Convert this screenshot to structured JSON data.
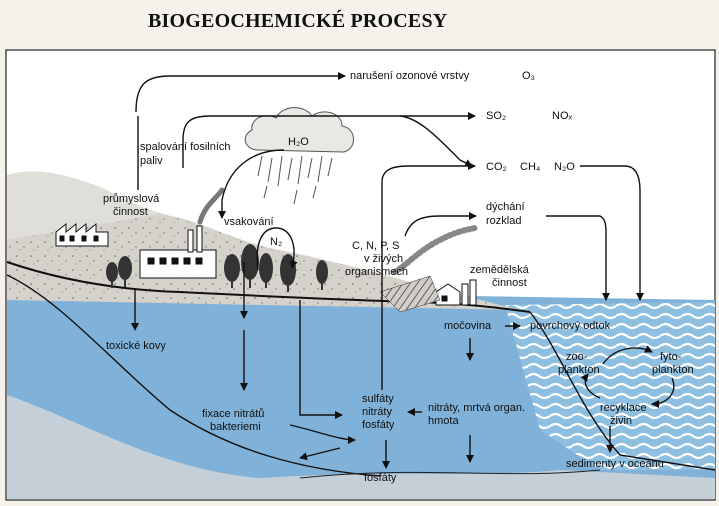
{
  "title": "BIOGEOCHEMICKÉ PROCESY",
  "labels": {
    "ozone": "narušení ozonové vrstvy",
    "o3": "O₃",
    "so2": "SO₂",
    "nox": "NOₓ",
    "h2o": "H₂O",
    "fossil1": "spalování fosilních",
    "fossil2": "paliv",
    "co2": "CO₂",
    "ch4": "CH₄",
    "n2o": "N₂O",
    "industry1": "průmyslová",
    "industry2": "činnost",
    "respiration1": "dýchání",
    "respiration2": "rozklad",
    "infiltration": "vsakování",
    "n2": "N₂",
    "cnps1": "C, N, P, S",
    "cnps2": "v živých",
    "cnps3": "organismech",
    "agri1": "zemědělská",
    "agri2": "činnost",
    "toxic": "toxické kovy",
    "urea": "močovina",
    "runoff": "povrchový odtok",
    "zoo1": "zoo-",
    "zoo2": "plankton",
    "phyto1": "fyto-",
    "phyto2": "plankton",
    "fix1": "fixace nitrátů",
    "fix2": "bakteriemi",
    "sulf1": "sulfáty",
    "sulf2": "nitráty",
    "sulf3": "fosfáty",
    "nitr1": "nitráty, mrtvá organ.",
    "nitr2": "hmota",
    "recyc1": "recyklace",
    "recyc2": "živin",
    "phosphates": "fosfáty",
    "sediments": "sedimenty v oceánu"
  }
}
